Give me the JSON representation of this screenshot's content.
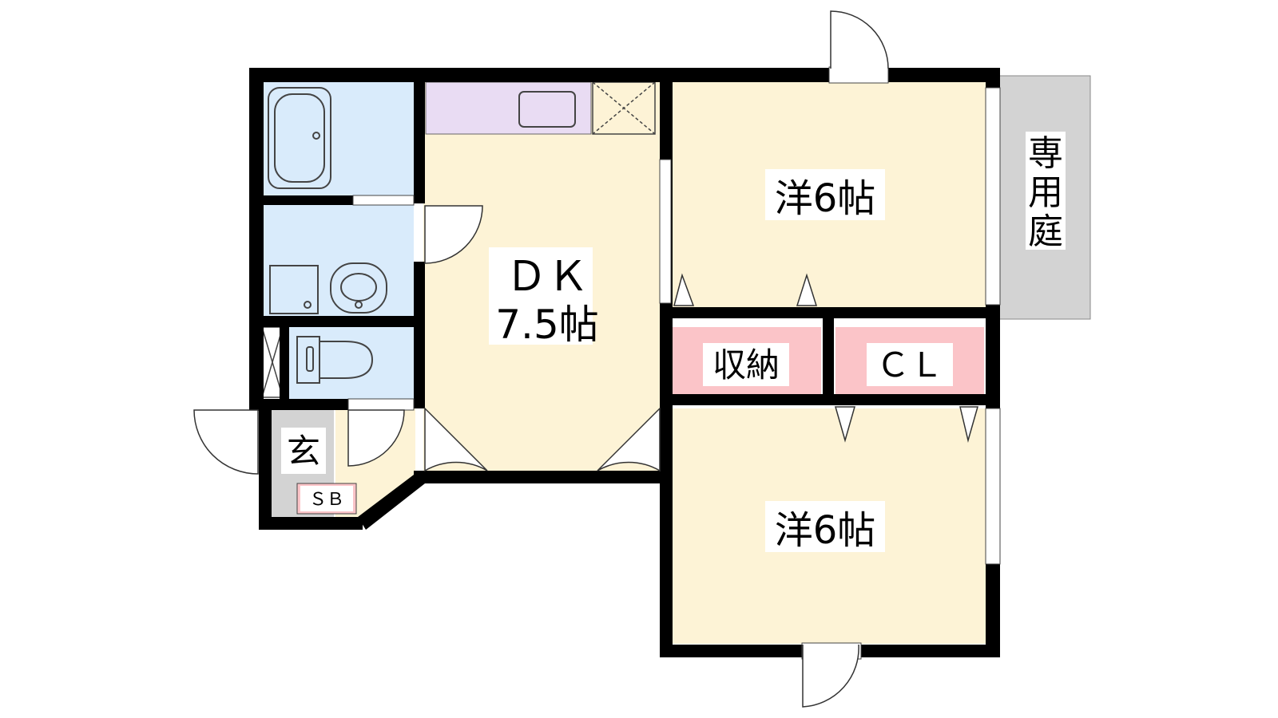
{
  "floor_plan": {
    "rooms": {
      "dk_label": "ＤＫ",
      "dk_size": "7.5帖",
      "western_north": "洋6帖",
      "western_south": "洋6帖",
      "storage": "収納",
      "closet": "ＣＬ",
      "entrance": "玄",
      "shoe_box": "ＳＢ",
      "private_garden": [
        "専",
        "用",
        "庭"
      ]
    },
    "colors": {
      "wall": "#000000",
      "living_floor": "#fdf3d6",
      "wet_area": "#d9ebfb",
      "kitchen": "#e9dcf3",
      "storage": "#fbc4c8",
      "entrance": "#d3d3d3",
      "garden": "#d3d3d3"
    },
    "fixtures": [
      "bathtub-icon",
      "washing-machine-icon",
      "sink-icon",
      "toilet-icon",
      "stove-icon",
      "refrigerator-space-icon"
    ]
  }
}
